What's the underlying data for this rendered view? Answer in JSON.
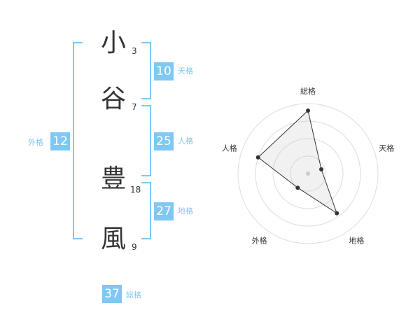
{
  "characters": [
    {
      "char": "小",
      "strokes": "3"
    },
    {
      "char": "谷",
      "strokes": "7"
    },
    {
      "char": "豊",
      "strokes": "18"
    },
    {
      "char": "風",
      "strokes": "9"
    }
  ],
  "fortunes": {
    "tenkaku": {
      "label": "天格",
      "value": "10"
    },
    "jinkaku": {
      "label": "人格",
      "value": "25"
    },
    "chikaku": {
      "label": "地格",
      "value": "27"
    },
    "gaikaku": {
      "label": "外格",
      "value": "12"
    },
    "soukaku": {
      "label": "総格",
      "value": "37"
    }
  },
  "colors": {
    "accent": "#7ec8f4",
    "text": "#333333",
    "grid": "#dddddd"
  },
  "chart_data": {
    "type": "radar",
    "axes": [
      "総格",
      "天格",
      "地格",
      "外格",
      "人格"
    ],
    "values": [
      0.9,
      0.2,
      0.7,
      0.25,
      0.75
    ],
    "rings": 4,
    "max": 1
  }
}
